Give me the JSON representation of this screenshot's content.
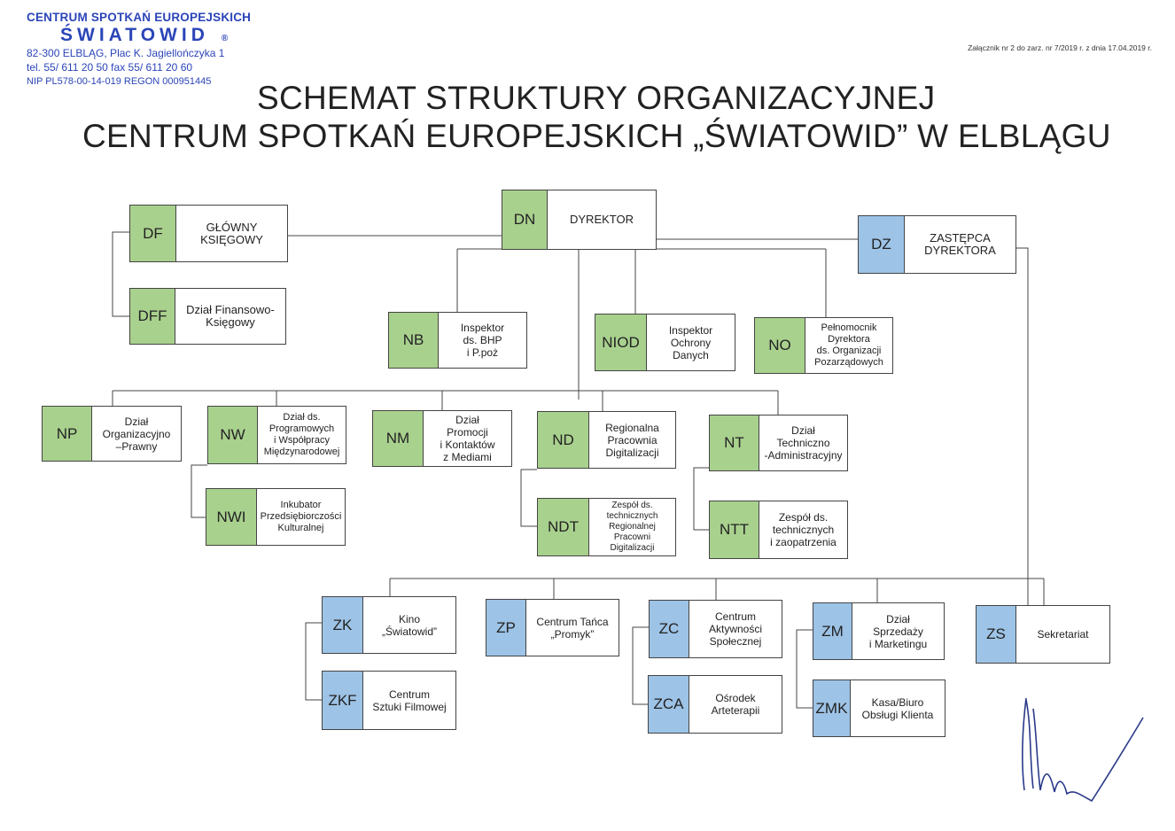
{
  "stamp": {
    "line1": "CENTRUM SPOTKAŃ EUROPEJSKICH",
    "line2": "ŚWIATOWID",
    "reg": "®",
    "line3": "82-300 ELBLĄG, Plac K. Jagiellończyka 1",
    "line4": "tel. 55/ 611 20 50     fax 55/ 611 20 60",
    "line5": "NIP PL578-00-14-019 REGON 000951445"
  },
  "annex": "Załącznik nr 2 do zarz. nr 7/2019 r. z dnia 17.04.2019 r.",
  "title_line1": "SCHEMAT STRUKTURY ORGANIZACYJNEJ",
  "title_line2": "CENTRUM SPOTKAŃ EUROPEJSKICH „ŚWIATOWID” W ELBLĄGU",
  "colors": {
    "green": "#a9d18e",
    "blue": "#9dc3e6",
    "line": "#444444"
  },
  "units": {
    "DN": {
      "code": "DN",
      "label": "DYREKTOR"
    },
    "DF": {
      "code": "DF",
      "label": "GŁÓWNY\nKSIĘGOWY"
    },
    "DZ": {
      "code": "DZ",
      "label": "ZASTĘPCA\nDYREKTORA"
    },
    "DFF": {
      "code": "DFF",
      "label": "Dział Finansowo-\nKsięgowy"
    },
    "NB": {
      "code": "NB",
      "label": "Inspektor\nds. BHP\ni P.poż"
    },
    "NIOD": {
      "code": "NIOD",
      "label": "Inspektor\nOchrony\nDanych"
    },
    "NO": {
      "code": "NO",
      "label": "Pełnomocnik\nDyrektora\nds. Organizacji\nPozarządowych"
    },
    "NP": {
      "code": "NP",
      "label": "Dział\nOrganizacyjno\n–Prawny"
    },
    "NW": {
      "code": "NW",
      "label": "Dział ds.\nProgramowych\ni Współpracy\nMiędzynarodowej"
    },
    "NWI": {
      "code": "NWI",
      "label": "Inkubator\nPrzedsiębiorczości\nKulturalnej"
    },
    "NM": {
      "code": "NM",
      "label": "Dział\nPromocji\ni Kontaktów\nz Mediami"
    },
    "ND": {
      "code": "ND",
      "label": "Regionalna\nPracownia\nDigitalizacji"
    },
    "NDT": {
      "code": "NDT",
      "label": "Zespół ds.\ntechnicznych\nRegionalnej\nPracowni\nDigitalizacji"
    },
    "NT": {
      "code": "NT",
      "label": "Dział\nTechniczno\n-Administracyjny"
    },
    "NTT": {
      "code": "NTT",
      "label": "Zespół ds.\ntechnicznych\ni zaopatrzenia"
    },
    "ZK": {
      "code": "ZK",
      "label": "Kino\n„Światowid”"
    },
    "ZKF": {
      "code": "ZKF",
      "label": "Centrum\nSztuki Filmowej"
    },
    "ZP": {
      "code": "ZP",
      "label": "Centrum Tańca\n„Promyk”"
    },
    "ZC": {
      "code": "ZC",
      "label": "Centrum\nAktywności\nSpołecznej"
    },
    "ZCA": {
      "code": "ZCA",
      "label": "Ośrodek\nArteterapii"
    },
    "ZM": {
      "code": "ZM",
      "label": "Dział\nSprzedaży\ni Marketingu"
    },
    "ZMK": {
      "code": "ZMK",
      "label": "Kasa/Biuro\nObsługi Klienta"
    },
    "ZS": {
      "code": "ZS",
      "label": "Sekretariat"
    }
  }
}
